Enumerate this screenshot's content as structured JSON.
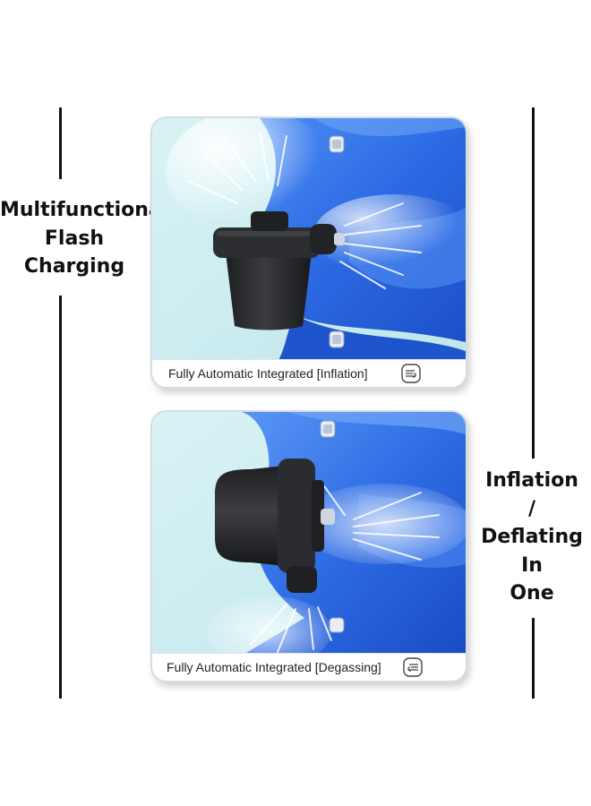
{
  "left_label": {
    "lines": [
      "Multifunctional",
      "Flash",
      "Charging"
    ]
  },
  "right_label": {
    "lines": [
      "Inflation",
      "/",
      "Deflating",
      "In",
      "One"
    ]
  },
  "panels": [
    {
      "caption": "Fully Automatic Integrated [Inflation]",
      "icon": "air-flow-out-icon"
    },
    {
      "caption": "Fully Automatic Integrated [Degassing]",
      "icon": "air-flow-in-icon"
    }
  ],
  "colors": {
    "text": "#111111",
    "sky": "#cfeef2",
    "inflatable_blue": "#2f6fe6",
    "pump_body": "#2b2d30"
  }
}
